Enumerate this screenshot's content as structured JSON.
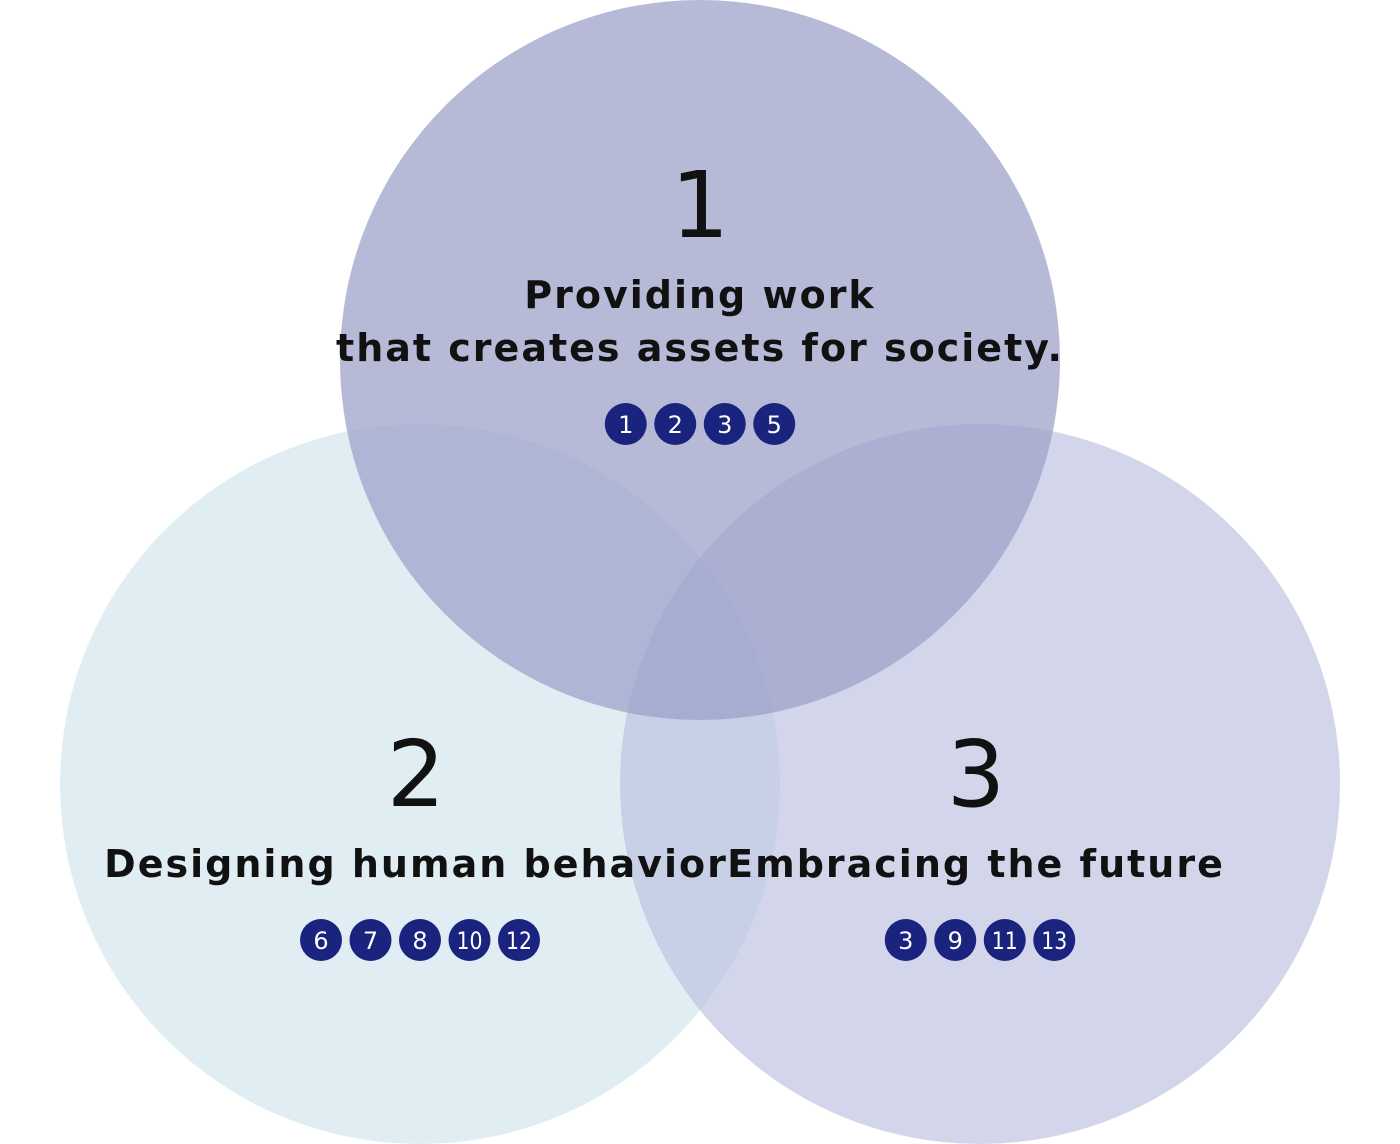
{
  "colors": {
    "circle_top": "#9b9fc8",
    "circle_left": "#d2e6ef",
    "circle_right": "#b8bddd",
    "badge_fill": "#1a237e",
    "badge_text": "#ffffff",
    "text": "#111111"
  },
  "sections": [
    {
      "number": "1",
      "title_lines": [
        "Providing work",
        "that creates assets for society."
      ],
      "badges": [
        "1",
        "2",
        "3",
        "5"
      ]
    },
    {
      "number": "2",
      "title_lines": [
        "Designing human behavior"
      ],
      "badges": [
        "6",
        "7",
        "8",
        "10",
        "12"
      ]
    },
    {
      "number": "3",
      "title_lines": [
        "Embracing the future"
      ],
      "badges": [
        "3",
        "9",
        "11",
        "13"
      ]
    }
  ]
}
